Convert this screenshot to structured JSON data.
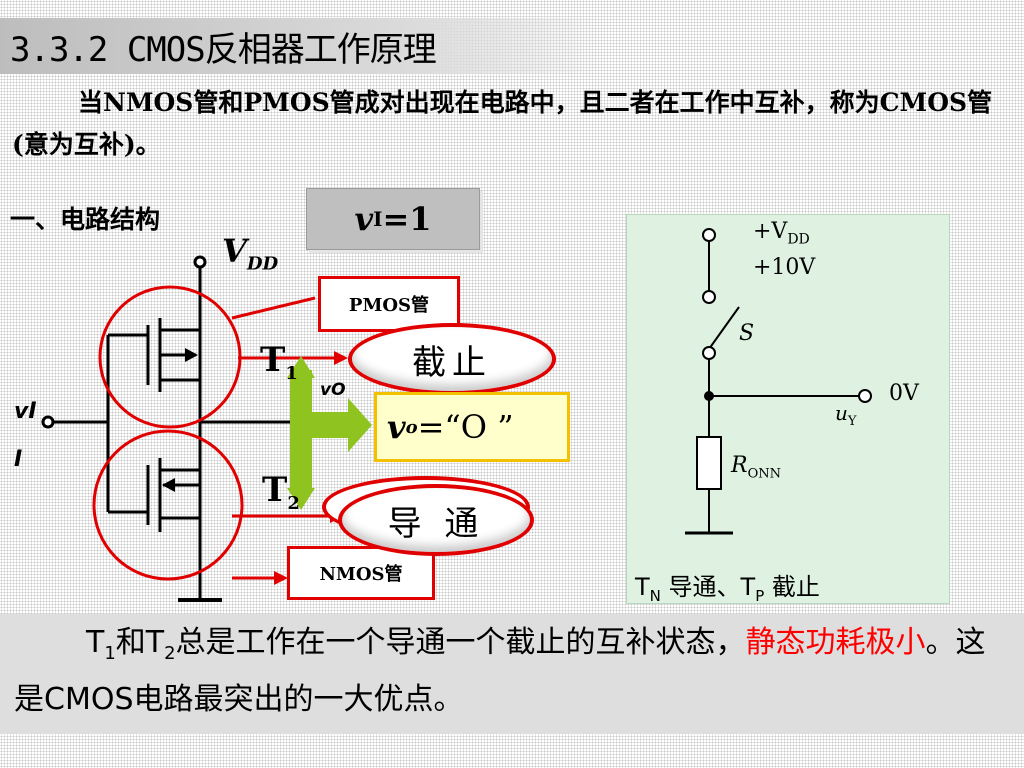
{
  "title": "3.3.2 CMOS反相器工作原理",
  "intro": "当NMOS管和PMOS管成对出现在电路中，且二者在工作中互补，称为CMOS管(意为互补)。",
  "section_heading": "一、电路结构",
  "circuit": {
    "vdd_main": "V",
    "vdd_sub": "DD",
    "vi_callout_main": "v",
    "vi_callout_sub": "I",
    "vi_callout_value": "=1",
    "pmos_label": "PMOS管",
    "nmos_label": "NMOS管",
    "t1_main": "T",
    "t1_sub": "1",
    "t2_main": "T",
    "t2_sub": "2",
    "cutoff_label": "截止",
    "conduct_label": "导 通",
    "vo_small": "vO",
    "vi_small_1": "vI",
    "vi_small_2": "I",
    "vo_box_main": "v",
    "vo_box_sub": "o",
    "vo_box_value": "=“O ”"
  },
  "equivalent": {
    "vdd_text": "+V",
    "vdd_sub": "DD",
    "vdd_value": "+10V",
    "switch_label": "S",
    "output_value": "0V",
    "uy_main": "u",
    "uy_sub": "Y",
    "r_main": "R",
    "r_sub": "ONN",
    "caption_tn": "T",
    "caption_tn_sub": "N",
    "caption_mid": " 导通、T",
    "caption_tp_sub": "P",
    "caption_end": " 截止"
  },
  "summary": {
    "t1": "T",
    "t1_sub": "1",
    "and": "和",
    "t2": "T",
    "t2_sub": "2",
    "text1": "总是工作在一个导通一个截止的互补状态，",
    "red": "静态功耗极小",
    "text2": "。这是CMOS电路最突出的一大优点。"
  }
}
